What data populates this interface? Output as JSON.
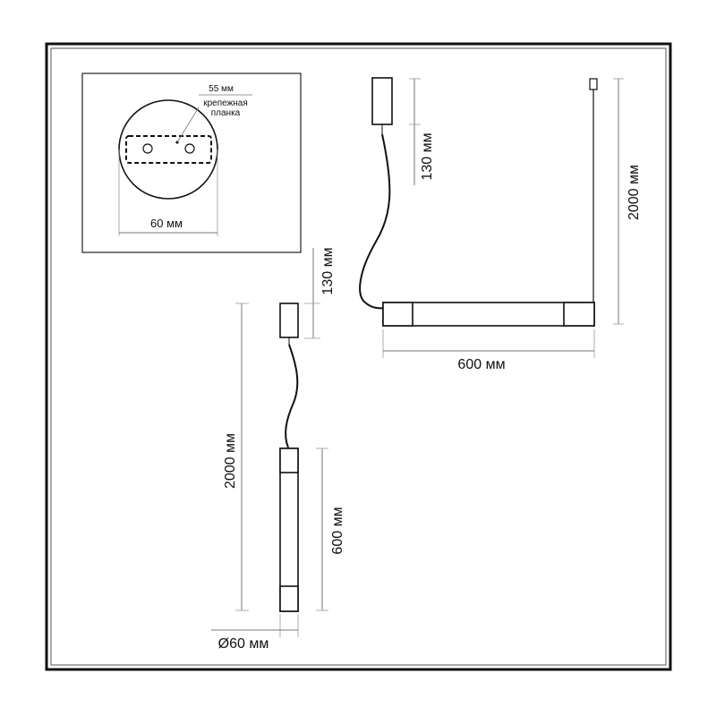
{
  "labels": {
    "plate_width": "55 мм",
    "plate_name_line1": "крепежная",
    "plate_name_line2": "планка",
    "canopy_diameter": "60 мм",
    "side_canopy_height": "130 мм",
    "side_total_height": "2000 мм",
    "side_length": "600 мм",
    "end_canopy_height": "130 мм",
    "end_total_height": "2000 мм",
    "end_tube_length": "600 мм",
    "end_tube_diameter": "Ø60 мм"
  },
  "colors": {
    "line": "#111111",
    "dimension": "#777777",
    "background": "#ffffff"
  }
}
